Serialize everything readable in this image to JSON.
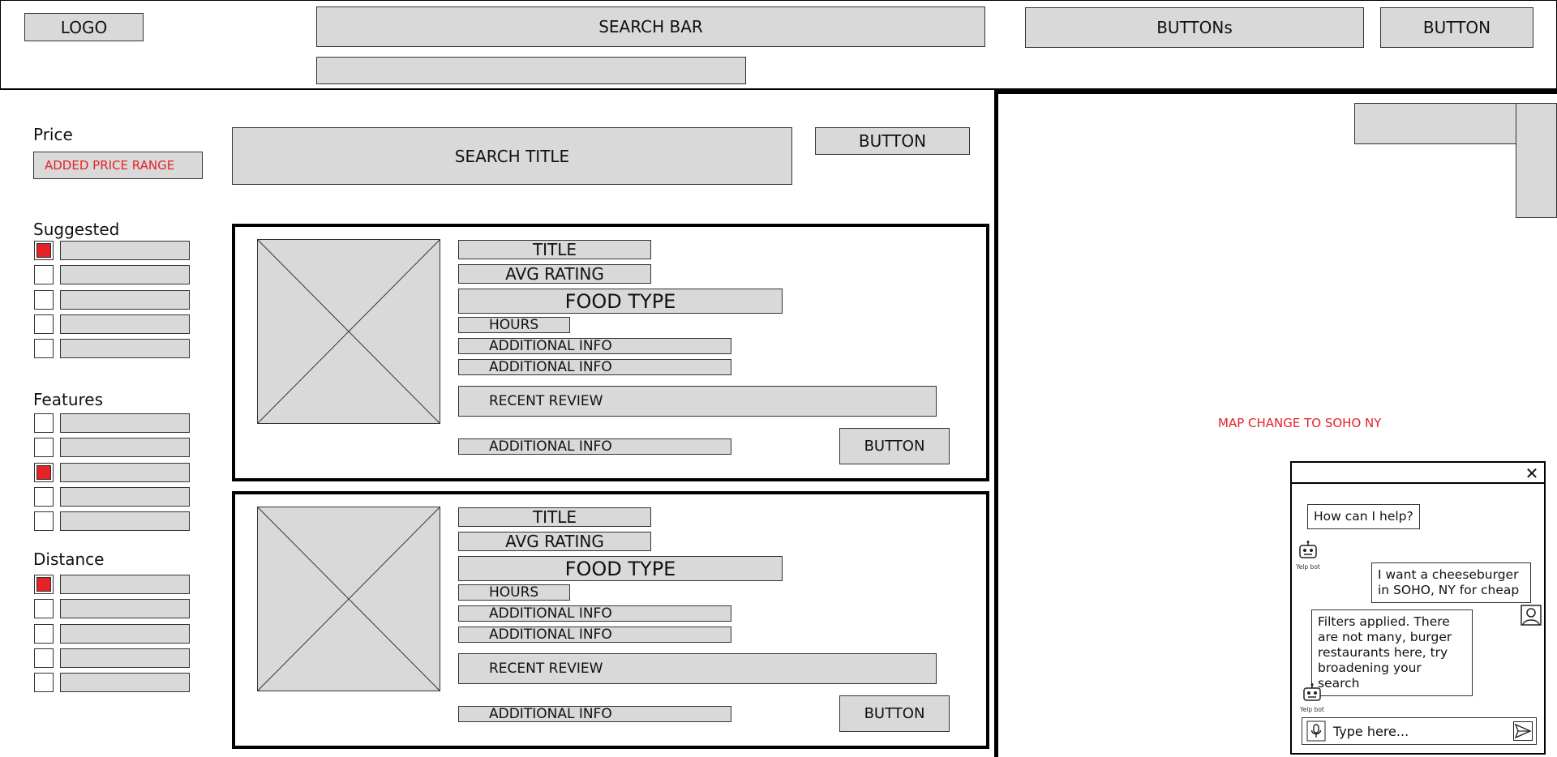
{
  "header": {
    "logo": "LOGO",
    "search_bar": "SEARCH BAR",
    "buttons_label": "BUTTONs",
    "button_label": "BUTTON"
  },
  "filters": {
    "price": {
      "label": "Price",
      "range_text": "ADDED PRICE RANGE"
    },
    "suggested": {
      "label": "Suggested",
      "checked": [
        true,
        false,
        false,
        false,
        false
      ]
    },
    "features": {
      "label": "Features",
      "checked": [
        false,
        false,
        true,
        false,
        false
      ]
    },
    "distance": {
      "label": "Distance",
      "checked": [
        true,
        false,
        false,
        false,
        false
      ]
    }
  },
  "results": {
    "search_title": "SEARCH TITLE",
    "button_label": "BUTTON",
    "cards": [
      {
        "title": "TITLE",
        "avg_rating": "AVG RATING",
        "food_type": "FOOD TYPE",
        "hours": "HOURS",
        "info1": "ADDITIONAL INFO",
        "info2": "ADDITIONAL INFO",
        "recent_review": "RECENT REVIEW",
        "info3": "ADDITIONAL INFO",
        "button": "BUTTON"
      },
      {
        "title": "TITLE",
        "avg_rating": "AVG RATING",
        "food_type": "FOOD TYPE",
        "hours": "HOURS",
        "info1": "ADDITIONAL INFO",
        "info2": "ADDITIONAL INFO",
        "recent_review": "RECENT REVIEW",
        "info3": "ADDITIONAL INFO",
        "button": "BUTTON"
      }
    ]
  },
  "map": {
    "note": "MAP CHANGE TO SOHO NY"
  },
  "chat": {
    "close_icon": "close-icon",
    "bot_label": "Yelp bot",
    "messages": [
      {
        "from": "bot",
        "text": "How can I help?"
      },
      {
        "from": "user",
        "text": "I want a cheeseburger in SOHO, NY for cheap"
      },
      {
        "from": "bot",
        "text": "Filters applied. There are not many, burger restaurants here, try broadening your search"
      }
    ],
    "input_placeholder": "Type here...",
    "mic_icon": "mic-icon",
    "send_icon": "send-icon"
  }
}
